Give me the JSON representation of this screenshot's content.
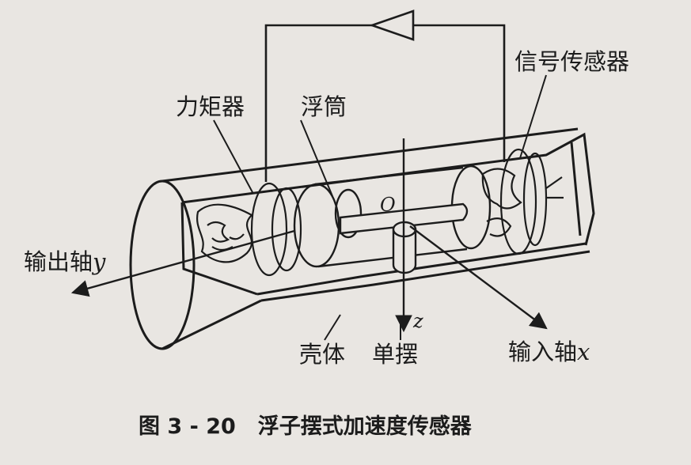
{
  "caption": {
    "figure_number": "图 3 - 20",
    "title": "浮子摆式加速度传感器"
  },
  "labels": {
    "signal_sensor": "信号传感器",
    "torquer": "力矩器",
    "float": "浮筒",
    "origin": "O",
    "output_axis": "输出轴",
    "output_axis_var": "y",
    "z_axis": "z",
    "input_axis": "输入轴",
    "input_axis_var": "x",
    "housing": "壳体",
    "pendulum": "单摆"
  },
  "colors": {
    "ink": "#1c1c1c",
    "paper": "#e9e6e2"
  }
}
